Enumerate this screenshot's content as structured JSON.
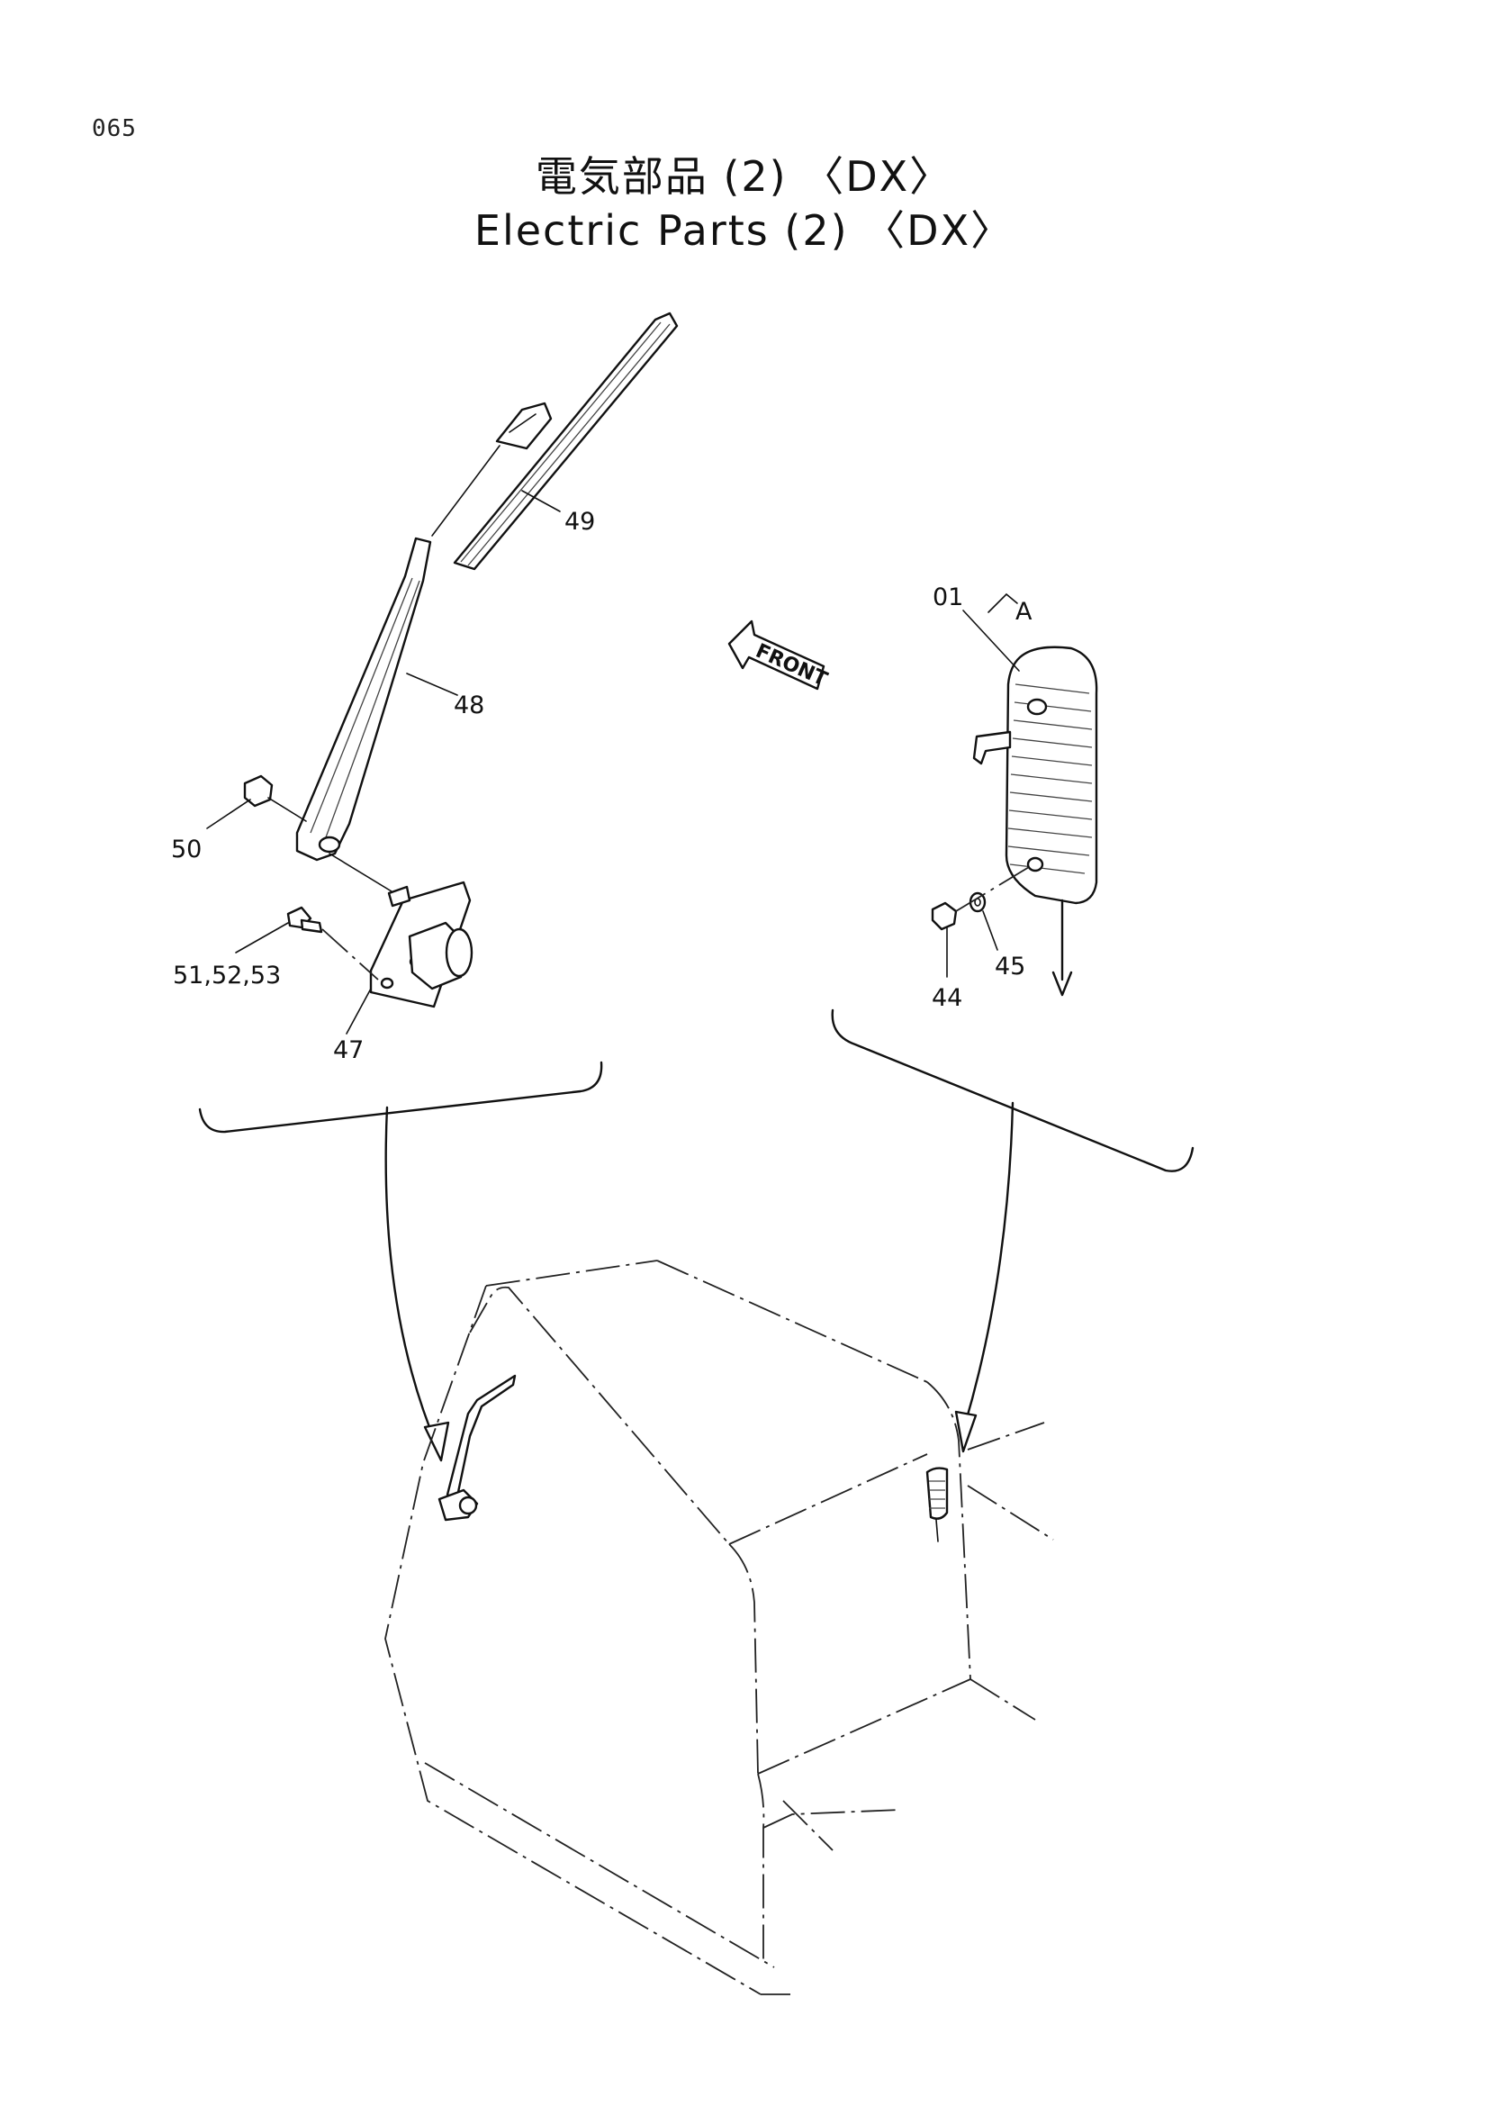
{
  "page": {
    "number": "065",
    "title_jp": "電気部品 (2) 〈DX〉",
    "title_en": "Electric Parts (2) 〈DX〉"
  },
  "front_indicator": "FRONT",
  "callouts": {
    "c01": "01",
    "cA": "A",
    "c44": "44",
    "c45": "45",
    "c47": "47",
    "c48": "48",
    "c49": "49",
    "c50": "50",
    "c515253": "51,52,53"
  },
  "parts": {
    "wiper_blade": "49",
    "wiper_arm": "48",
    "wiper_motor": "47",
    "nut": "50",
    "bolts": "51,52,53",
    "work_light": "01",
    "screw": "44",
    "washer": "45"
  }
}
